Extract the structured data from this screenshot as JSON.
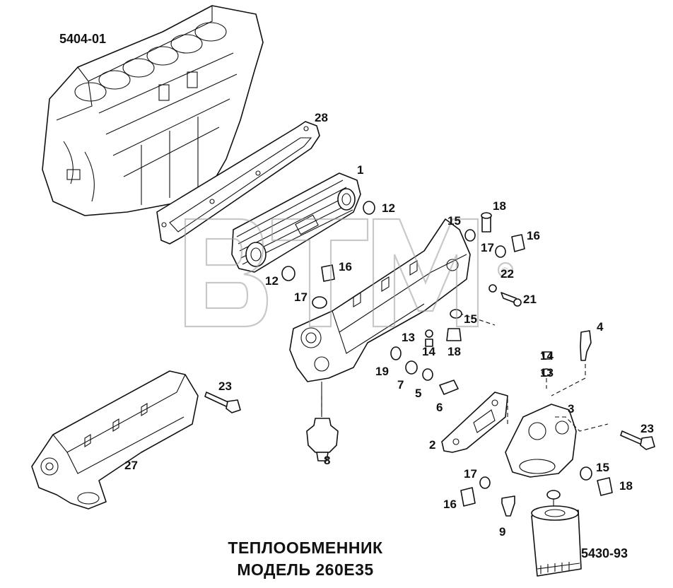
{
  "drawing_codes": {
    "block": "5404-01",
    "filter": "5430-93"
  },
  "title": {
    "line1": "ТЕПЛООБМЕННИК",
    "line2": "МОДЕЛЬ 260E35"
  },
  "watermark": {
    "mark": "®"
  },
  "callouts": {
    "c28": "28",
    "c1": "1",
    "c12a": "12",
    "c12b": "12",
    "c18a": "18",
    "c15a": "15",
    "c16a": "16",
    "c17a": "17",
    "c22": "22",
    "c21": "21",
    "c16b": "16",
    "c17b": "17",
    "c15b": "15",
    "c13a": "13",
    "c14a": "14",
    "c18b": "18",
    "c4": "4",
    "c19": "19",
    "c7": "7",
    "c5": "5",
    "c6": "6",
    "c14b": "14",
    "c13b": "13",
    "c23a": "23",
    "c27": "27",
    "c8": "8",
    "c3": "3",
    "c23b": "23",
    "c2": "2",
    "c17c": "17",
    "c15c": "15",
    "c18c": "18",
    "c16c": "16",
    "c9": "9"
  }
}
